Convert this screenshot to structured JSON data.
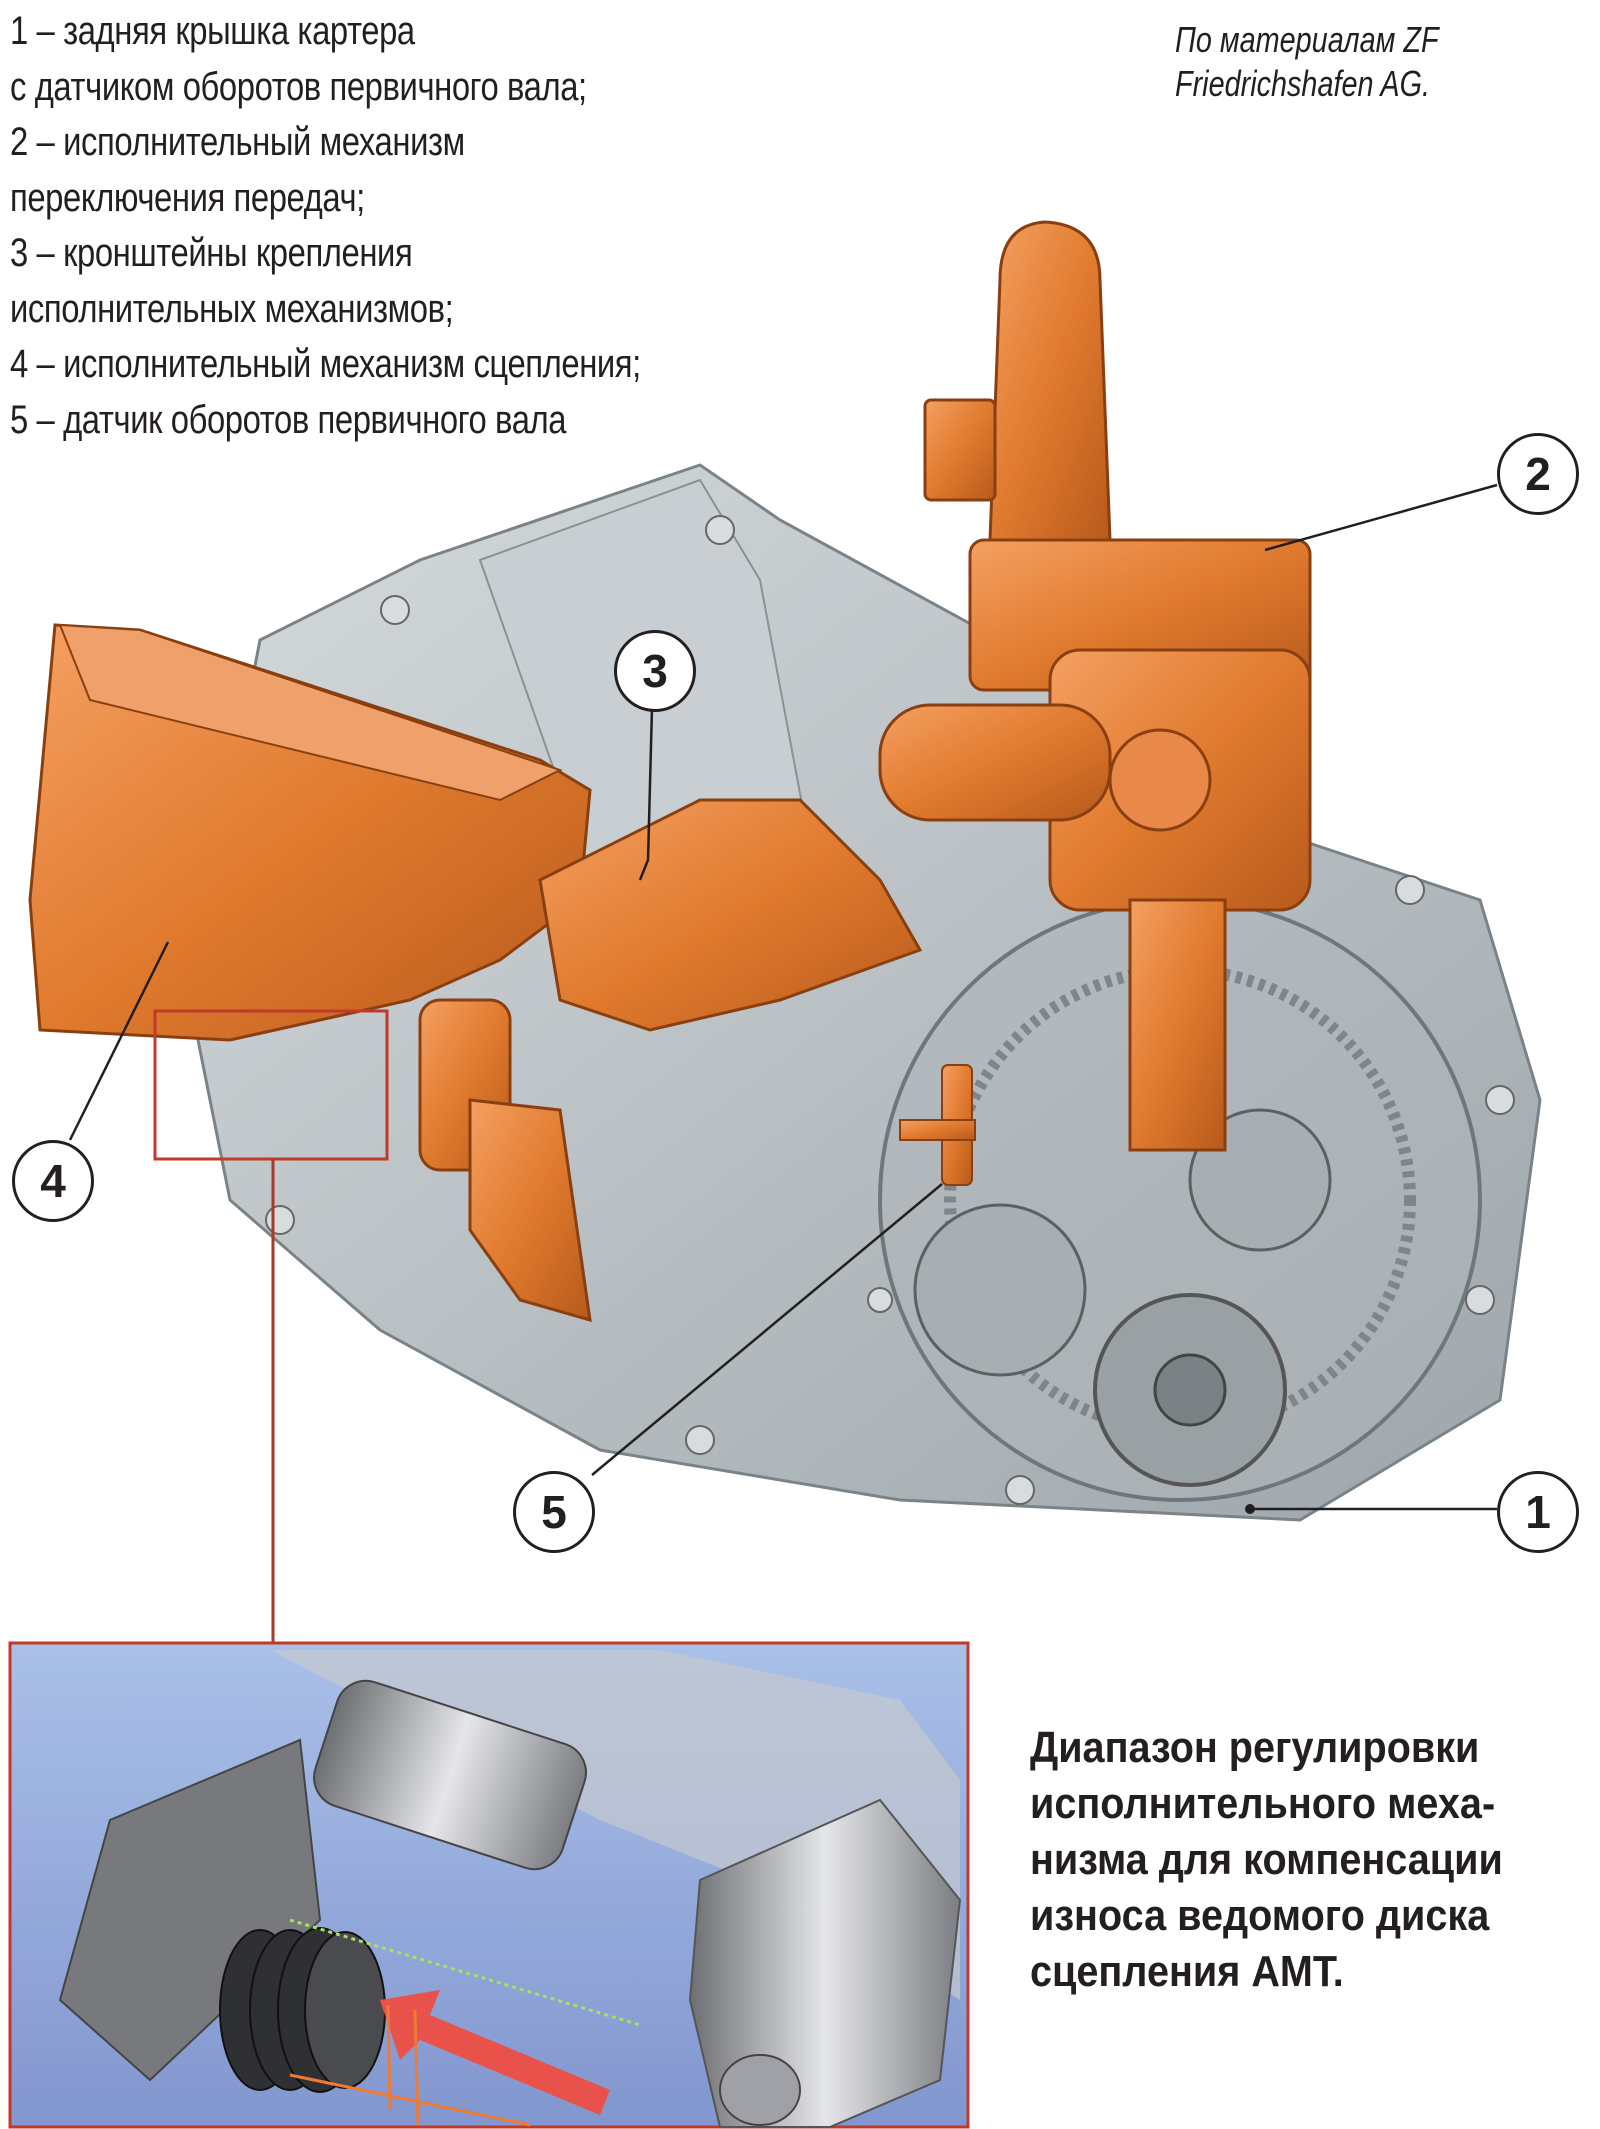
{
  "legend": [
    "1 – задняя крышка картера",
    "с датчиком оборотов первичного вала;",
    "2 – исполнительный механизм",
    "переключения передач;",
    "3 – кронштейны крепления",
    "исполнительных механизмов;",
    "4 – исполнительный механизм сцепления;",
    "5 – датчик оборотов первичного вала"
  ],
  "credit": [
    "По материалам ZF",
    "Friedrichshafen AG."
  ],
  "callouts": [
    "1",
    "2",
    "3",
    "4",
    "5"
  ],
  "caption": [
    "Диапазон регулировки",
    "исполнительного меха-",
    "низма для компенсации",
    "износа ведомого диска",
    "сцепления AMT."
  ],
  "colors": {
    "actuator": "#e07a2e",
    "housing": "#b9c0c4",
    "frame": "#c0392b",
    "inset_bg": "#8ea4d6"
  }
}
